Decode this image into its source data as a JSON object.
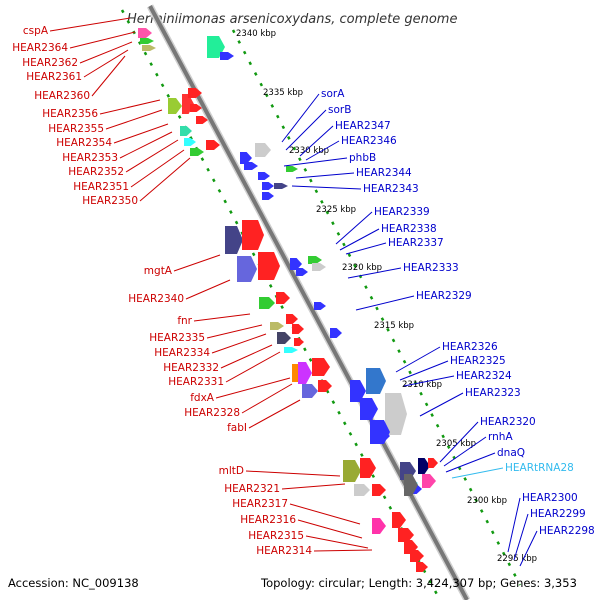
{
  "header": {
    "title": "Herminiimonas arsenicoxydans, complete genome"
  },
  "footer": {
    "accession": "Accession: NC_009138",
    "topology": "Topology: circular; Length: 3,424,307 bp; Genes: 3,353"
  },
  "colors": {
    "forward_label": "#cc0000",
    "reverse_label": "#0000cc",
    "trna_label": "#33bbee",
    "backbone": "#888888",
    "ticks": "#119911"
  },
  "diagram": {
    "kbp_ticks": [
      "2340 kbp",
      "2335 kbp",
      "2330 kbp",
      "2325 kbp",
      "2320 kbp",
      "2315 kbp",
      "2310 kbp",
      "2305 kbp",
      "2300 kbp",
      "2295 kbp"
    ],
    "left_labels": [
      "cspA",
      "HEAR2364",
      "HEAR2362",
      "HEAR2361",
      "HEAR2360",
      "HEAR2356",
      "HEAR2355",
      "HEAR2354",
      "HEAR2353",
      "HEAR2352",
      "HEAR2351",
      "HEAR2350",
      "mgtA",
      "HEAR2340",
      "fnr",
      "HEAR2335",
      "HEAR2334",
      "HEAR2332",
      "HEAR2331",
      "fdxA",
      "HEAR2328",
      "fabI",
      "mltD",
      "HEAR2321",
      "HEAR2317",
      "HEAR2316",
      "HEAR2315",
      "HEAR2314"
    ],
    "right_labels": [
      "sorA",
      "sorB",
      "HEAR2347",
      "HEAR2346",
      "phbB",
      "HEAR2344",
      "HEAR2343",
      "HEAR2339",
      "HEAR2338",
      "HEAR2337",
      "HEAR2333",
      "HEAR2329",
      "HEAR2326",
      "HEAR2325",
      "HEAR2324",
      "HEAR2323",
      "HEAR2320",
      "rnhA",
      "dnaQ",
      "HEARtRNA28",
      "HEAR2300",
      "HEAR2299",
      "HEAR2298"
    ]
  }
}
